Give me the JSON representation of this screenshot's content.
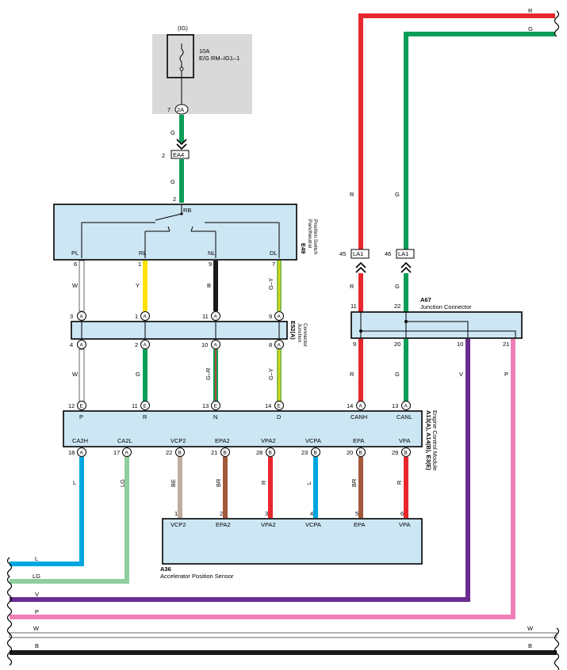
{
  "colors": {
    "R": "#e8262d",
    "G": "#0a9e57",
    "Y": "#fde200",
    "B": "#1a1a1a",
    "W": "#ffffff",
    "L": "#00a6df",
    "LG": "#8fcf9e",
    "V": "#6a2b8e",
    "P": "#ef7fb5",
    "BE": "#bfae9f",
    "BR": "#a2583a",
    "GY": "#84bf4a",
    "GR": "#e0342f",
    "box": "#cde6f4",
    "fuse_area": "#d9d9d9"
  },
  "fuse": {
    "ig": "(IG)",
    "rating": "10A",
    "name": "E/G RM–IG1–1",
    "pin": "7",
    "connector": "2A"
  },
  "ea4": {
    "pin": "2",
    "connector": "EA4",
    "wire_upper": "G",
    "wire_lower": "G",
    "switch_pin": "2"
  },
  "e49": {
    "id": "E49",
    "name_line1": "Park/Neutral",
    "name_line2": "Position Switch",
    "rb": "RB",
    "terms": [
      "PL",
      "RL",
      "NL",
      "DL"
    ],
    "pins": [
      "6",
      "1",
      "9",
      "7"
    ],
    "wires": [
      "W",
      "Y",
      "B",
      "G–Y"
    ]
  },
  "e52": {
    "id": "E52(A)",
    "name_line1": "Junction",
    "name_line2": "Connector",
    "top_pins": [
      "3",
      "1",
      "11",
      "9"
    ],
    "bottom_pins": [
      "4",
      "2",
      "10",
      "8"
    ],
    "badge": "A",
    "wires": [
      "W",
      "G",
      "G–R",
      "G–Y"
    ]
  },
  "ecm": {
    "id": "A13(A), A14(B), E3(E)",
    "name": "Engine Control Module",
    "top_pins": [
      "12",
      "11",
      "13",
      "14",
      "14",
      "13"
    ],
    "top_badges": [
      "E",
      "E",
      "E",
      "E",
      "A",
      "A"
    ],
    "top_terms": [
      "P",
      "R",
      "N",
      "D",
      "CANH",
      "CANL"
    ],
    "bottom_terms": [
      "CA2H",
      "CA2L",
      "VCP2",
      "EPA2",
      "VPA2",
      "VCPA",
      "EPA",
      "VPA"
    ],
    "bottom_pins": [
      "18",
      "17",
      "22",
      "21",
      "28",
      "23",
      "20",
      "29"
    ],
    "bottom_badges": [
      "A",
      "A",
      "B",
      "B",
      "B",
      "B",
      "B",
      "B"
    ],
    "bottom_wires": [
      "L",
      "LG",
      "BE",
      "BR",
      "R",
      "L",
      "BR",
      "R"
    ]
  },
  "a36": {
    "id": "A36",
    "name": "Accelerator Position Sensor",
    "pins": [
      "1",
      "2",
      "3",
      "4",
      "5",
      "6"
    ],
    "terms": [
      "VCP2",
      "EPA2",
      "VPA2",
      "VCPA",
      "EPA",
      "VPA"
    ]
  },
  "a67": {
    "id": "A67",
    "name": "Junction Connector",
    "top_pins": [
      "11",
      "22"
    ],
    "bottom_pins": [
      "9",
      "20",
      "10",
      "21"
    ],
    "wires_bottom": [
      "R",
      "G",
      "V",
      "P"
    ]
  },
  "la1": {
    "connector": "LA1",
    "pins": [
      "45",
      "46"
    ],
    "wires_upper": [
      "R",
      "G"
    ],
    "wires_lower": [
      "R",
      "G"
    ]
  },
  "top_bus": [
    "R",
    "G"
  ],
  "bottom_bus": [
    "L",
    "LG",
    "V",
    "P",
    "W",
    "B"
  ]
}
